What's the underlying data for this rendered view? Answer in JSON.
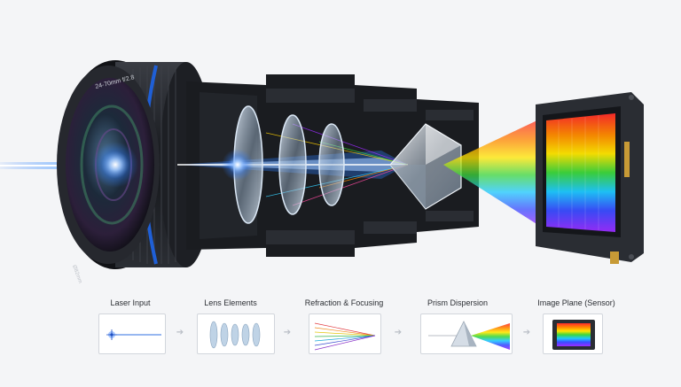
{
  "lens_engraving": {
    "front_ring": "24-70mm f/2.8",
    "filter_size": "Ø82mm"
  },
  "steps": [
    {
      "label": "Laser Input",
      "icon": "laser-beam-icon"
    },
    {
      "label": "Lens Elements",
      "icon": "lens-elements-icon"
    },
    {
      "label": "Refraction & Focusing",
      "icon": "refraction-lines-icon"
    },
    {
      "label": "Prism Dispersion",
      "icon": "prism-icon"
    },
    {
      "label": "Image Plane (Sensor)",
      "icon": "sensor-icon"
    }
  ],
  "colors": {
    "background": "#f4f5f7",
    "beam_core": "#ffffff",
    "beam_glow": "#2f7dff",
    "accent_ring": "#1f5fd6",
    "lens_body": "#1b1d21",
    "spectrum": [
      "#ff2a2a",
      "#ff8a00",
      "#ffe600",
      "#3cd63c",
      "#1ec8ff",
      "#3a4dff",
      "#9b2cff"
    ]
  }
}
